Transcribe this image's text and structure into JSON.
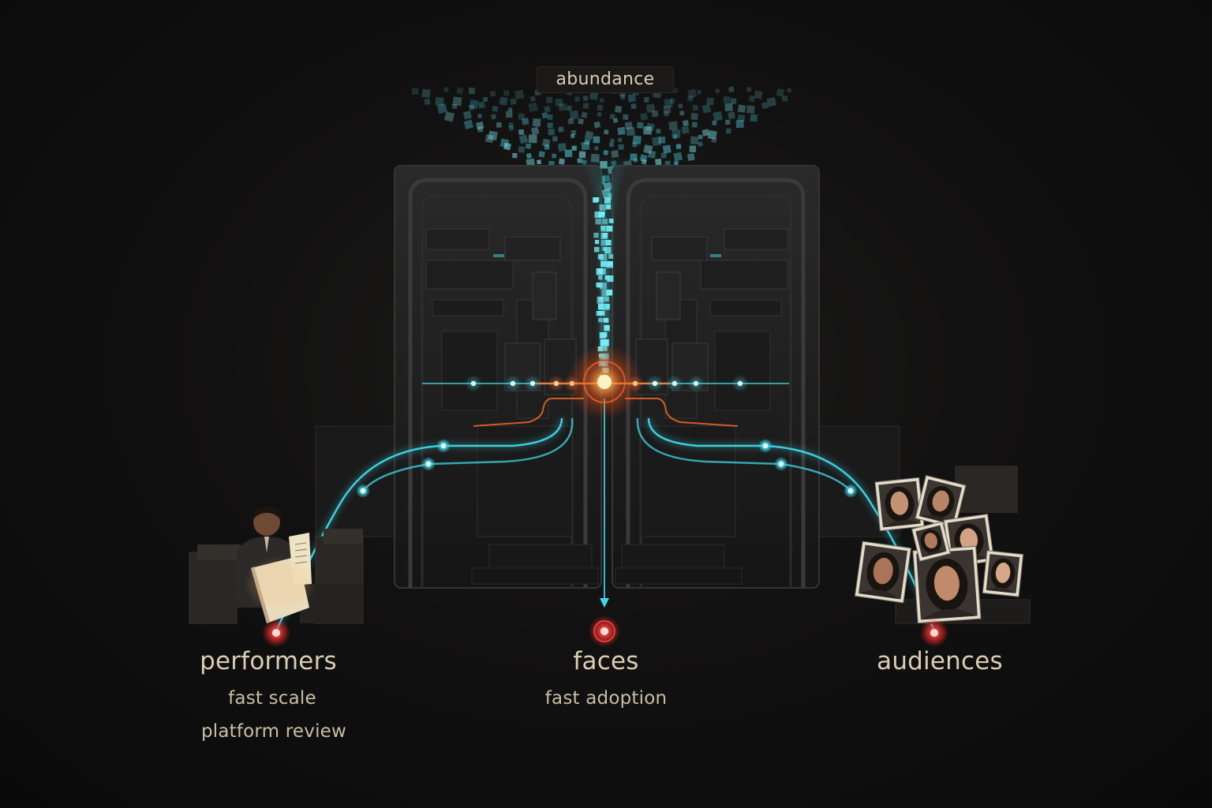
{
  "header": {
    "title": "abundance"
  },
  "nodes": [
    {
      "id": "performers",
      "label": "performers",
      "notes": [
        "fast scale",
        "platform review"
      ],
      "icon": "reader-with-book-illustration"
    },
    {
      "id": "faces",
      "label": "faces",
      "notes": [
        "fast adoption"
      ],
      "icon": "endpoint-dot"
    },
    {
      "id": "audiences",
      "label": "audiences",
      "notes": [],
      "icon": "portrait-photo-stack-illustration"
    }
  ],
  "colors": {
    "background": "#0d0c0c",
    "flow_cyan": "#3fd6e6",
    "core_orange": "#ff7a2a",
    "endpoint_red": "#ff3b3b",
    "text": "#d9cdb3"
  }
}
